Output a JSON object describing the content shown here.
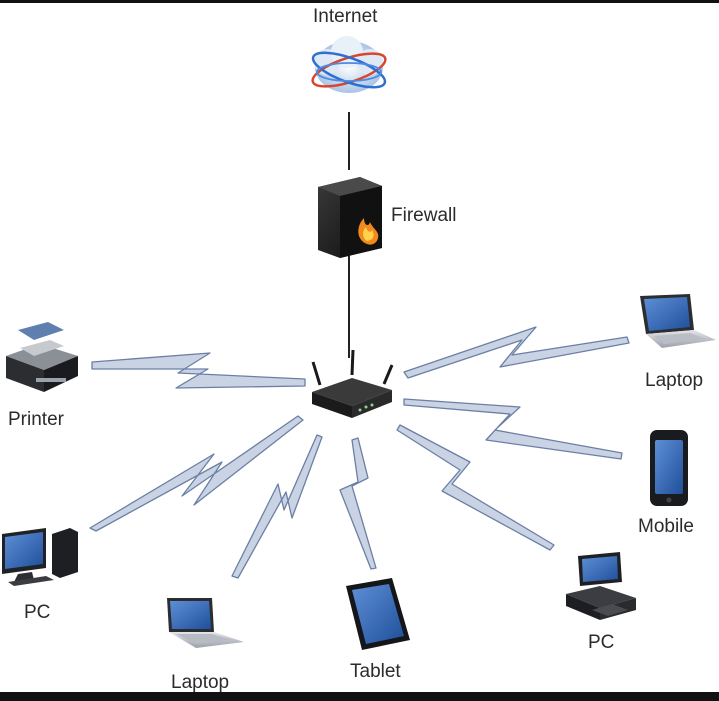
{
  "nodes": {
    "internet": "Internet",
    "firewall": "Firewall",
    "printer": "Printer",
    "pc_left": "PC",
    "laptop_bottom": "Laptop",
    "tablet": "Tablet",
    "pc_right": "PC",
    "mobile": "Mobile",
    "laptop_right": "Laptop"
  },
  "colors": {
    "wireless_fill": "#c9d3e3",
    "wireless_stroke": "#6b7fa6",
    "wire": "#222222",
    "label_text": "#2b2b2b"
  },
  "icons": [
    "internet-globe-icon",
    "firewall-icon",
    "router-icon",
    "printer-icon",
    "pc-icon",
    "laptop-icon",
    "tablet-icon",
    "mobile-icon"
  ]
}
